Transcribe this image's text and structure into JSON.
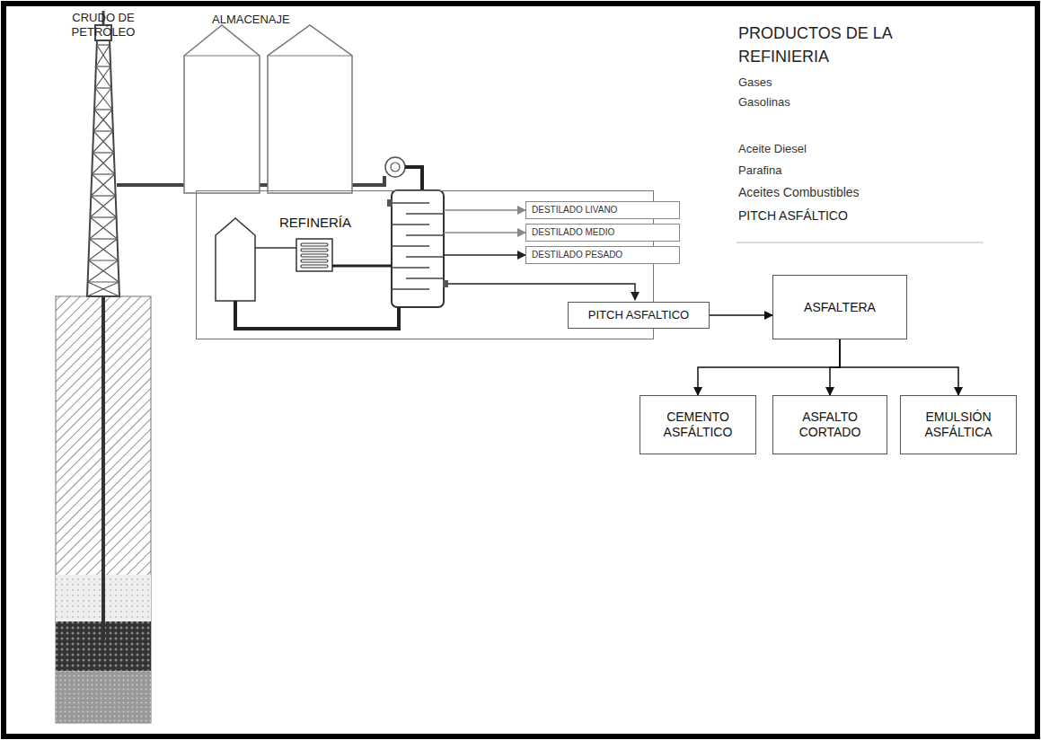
{
  "diagram": {
    "nodes": [
      {
        "text": [
          "REFINERÍA"
        ]
      },
      {
        "text": [
          "DESTILADO LIVANO"
        ]
      },
      {
        "text": [
          "DESTILADO MEDIO"
        ]
      },
      {
        "text": [
          "DESTILADO PESADO"
        ]
      },
      {
        "text": [
          "PITCH ASFALTICO"
        ]
      },
      {
        "text": [
          "ASFALTERA"
        ]
      },
      {
        "text": [
          "CEMENTO ASFÁLTICO"
        ]
      },
      {
        "text": [
          "ASFALTO CORTADO"
        ]
      },
      {
        "text": [
          "EMULSIÓN ASFÁLTICA"
        ]
      }
    ],
    "edges": [
      {
        "from": 4,
        "to": 5,
        "arrow": "to"
      },
      {
        "from": 5,
        "to": 6,
        "arrow": "to"
      },
      {
        "from": 5,
        "to": 7,
        "arrow": "to"
      },
      {
        "from": 5,
        "to": 8,
        "arrow": "to"
      }
    ],
    "labels": [
      "CRUDO DE PETRÓLEO",
      "ALMACENAJE",
      "PRODUCTOS DE LA REFINIERIA",
      "Gases",
      "Gasolinas",
      "Aceite Diesel",
      "Parafina",
      "Aceites Combustibles",
      "PITCH ASFÁLTICO"
    ]
  }
}
